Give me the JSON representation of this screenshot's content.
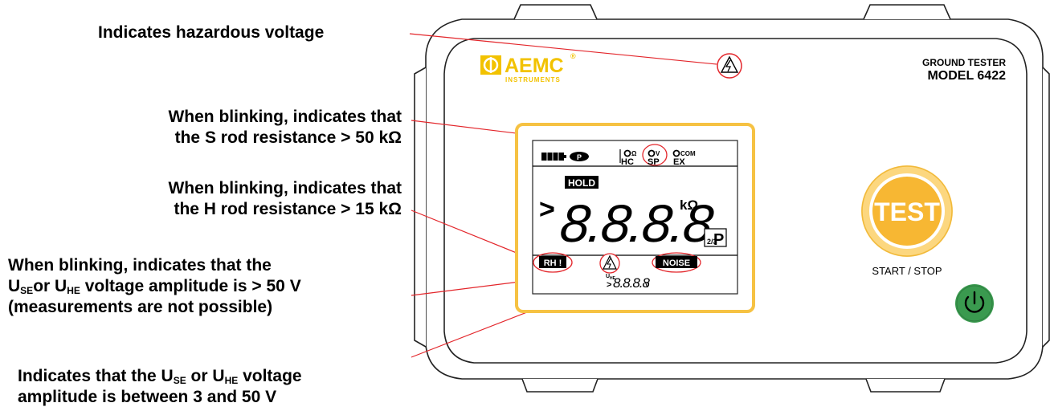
{
  "callouts": {
    "hazard": "Indicates hazardous voltage",
    "s_rod_line1": "When blinking, indicates that",
    "s_rod_line2": "the S rod resistance > 50 kΩ",
    "h_rod_line1": "When blinking, indicates that",
    "h_rod_line2": "the H rod resistance > 15 kΩ",
    "amp_line1": "When blinking, indicates that the",
    "amp_line2_a": "U",
    "amp_line2_sub1": "SE",
    "amp_line2_b": "or U",
    "amp_line2_sub2": "HE",
    "amp_line2_c": " voltage amplitude is > 50 V",
    "amp_line3": "(measurements are not possible)",
    "noise_line1_a": "Indicates that the U",
    "noise_line1_sub1": "SE",
    "noise_line1_b": " or U",
    "noise_line1_sub2": "HE",
    "noise_line1_c": " voltage",
    "noise_line2": "amplitude is between 3 and 50 V"
  },
  "device": {
    "brand": "AEMC",
    "brand_sub": "INSTRUMENTS",
    "registered": "®",
    "product_line1": "GROUND TESTER",
    "product_line2": "MODEL 6422",
    "test_button": "TEST",
    "start_stop": "START / STOP"
  },
  "lcd": {
    "p_badge": "P",
    "ohm_small": "Ω",
    "v_small": "V",
    "com": "COM",
    "hc": "HC",
    "sp": "SP",
    "ex": "EX",
    "hold": "HOLD",
    "greater": ">",
    "main_digits": "8.8.8.8",
    "unit": "kΩ",
    "mode_fraction": "2/3",
    "mode_letter": "P",
    "rh": "RH !",
    "noise": "NOISE",
    "u_label": "U",
    "u_sub": "HE",
    "small_greater": ">",
    "small_digits": "8.8.8.8",
    "small_unit": "V"
  },
  "colors": {
    "leader": "#e3262b",
    "lcd_frame": "#f6c243",
    "test_outer": "#fcd77f",
    "test_inner": "#f7b733",
    "power_green": "#3a9a4f",
    "brand_yellow": "#f2c200"
  }
}
